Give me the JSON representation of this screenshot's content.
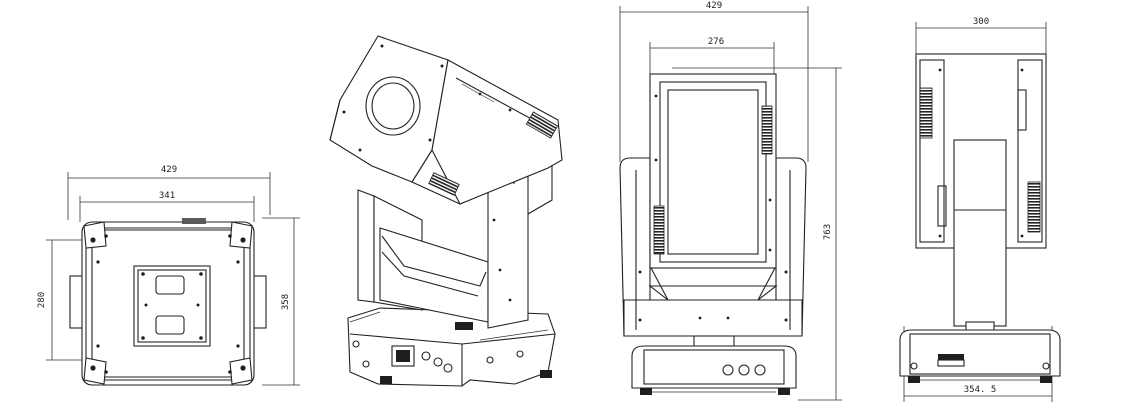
{
  "views": {
    "bottom": {
      "width_outer": "429",
      "width_inner": "341",
      "height_left": "280",
      "height_right": "358"
    },
    "isometric": {},
    "front": {
      "width_outer": "429",
      "width_inner": "276",
      "height": "763"
    },
    "side": {
      "width_top": "300",
      "width_base": "354. 5"
    }
  }
}
